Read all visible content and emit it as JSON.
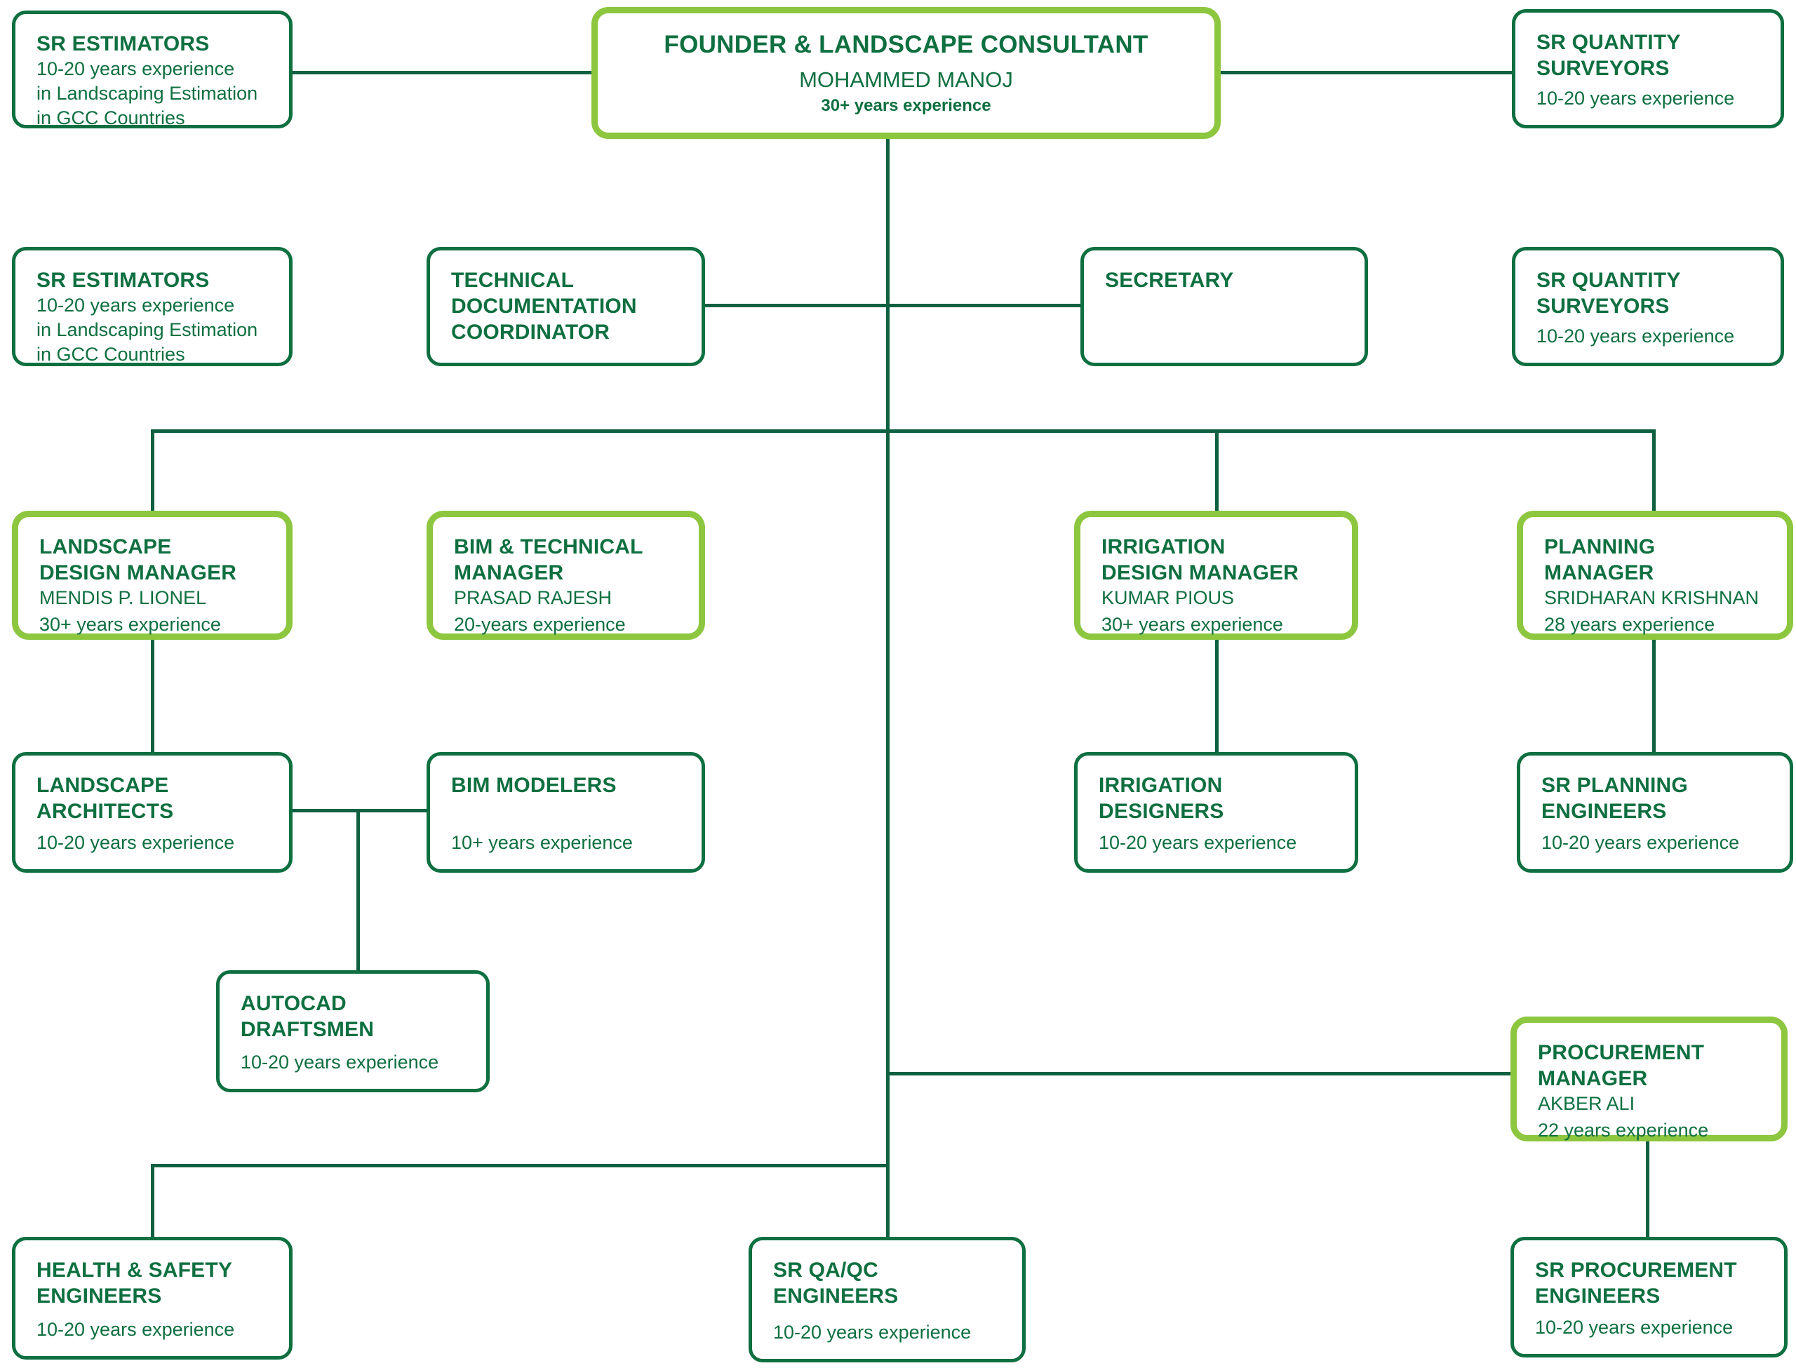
{
  "palette": {
    "dark_green": "#0E6F40",
    "light_green": "#8DC63F",
    "line_green": "#0E6040",
    "background": "#FFFFFF"
  },
  "boxes": {
    "sr_estimators_1": {
      "title": "SR ESTIMATORS",
      "body": "10-20 years experience\nin Landscaping Estimation\nin GCC Countries"
    },
    "founder": {
      "title": "FOUNDER & LANDSCAPE CONSULTANT",
      "name": "MOHAMMED MANOJ",
      "experience": "30+ years experience"
    },
    "sr_quantity_surveyors_1": {
      "title": "SR QUANTITY\nSURVEYORS",
      "body": "10-20 years experience"
    },
    "sr_estimators_2": {
      "title": "SR ESTIMATORS",
      "body": "10-20 years experience\nin Landscaping Estimation\nin GCC Countries"
    },
    "technical_documentation_coordinator": {
      "title": "TECHNICAL\nDOCUMENTATION\nCOORDINATOR"
    },
    "secretary": {
      "title": "SECRETARY"
    },
    "sr_quantity_surveyors_2": {
      "title": "SR QUANTITY\nSURVEYORS",
      "body": "10-20 years experience"
    },
    "landscape_design_manager": {
      "title": "LANDSCAPE\nDESIGN MANAGER",
      "name": "MENDIS P. LIONEL",
      "experience": "30+ years experience"
    },
    "bim_technical_manager": {
      "title": "BIM & TECHNICAL\nMANAGER",
      "name": "PRASAD RAJESH",
      "experience": "20-years experience"
    },
    "irrigation_design_manager": {
      "title": "IRRIGATION\nDESIGN MANAGER",
      "name": "KUMAR PIOUS",
      "experience": "30+ years experience"
    },
    "planning_manager": {
      "title": "PLANNING MANAGER",
      "name": "SRIDHARAN KRISHNAN",
      "experience": "28 years experience"
    },
    "landscape_architects": {
      "title": "LANDSCAPE\nARCHITECTS",
      "body": "10-20 years experience"
    },
    "bim_modelers": {
      "title": "BIM MODELERS",
      "body": "10+ years experience"
    },
    "irrigation_designers": {
      "title": "IRRIGATION\nDESIGNERS",
      "body": "10-20 years experience"
    },
    "sr_planning_engineers": {
      "title": "SR PLANNING\nENGINEERS",
      "body": "10-20 years experience"
    },
    "autocad_draftsmen": {
      "title": "AUTOCAD DRAFTSMEN",
      "body": "10-20 years experience"
    },
    "procurement_manager": {
      "title": "PROCUREMENT\nMANAGER",
      "name": "AKBER ALI",
      "experience": "22 years experience"
    },
    "health_safety_engineers": {
      "title": "HEALTH & SAFETY\nENGINEERS",
      "body": "10-20 years experience"
    },
    "sr_qaqc_engineers": {
      "title": "SR QA/QC\nENGINEERS",
      "body": "10-20 years experience"
    },
    "sr_procurement_engineers": {
      "title": "SR PROCUREMENT\nENGINEERS",
      "body": "10-20 years experience"
    }
  }
}
